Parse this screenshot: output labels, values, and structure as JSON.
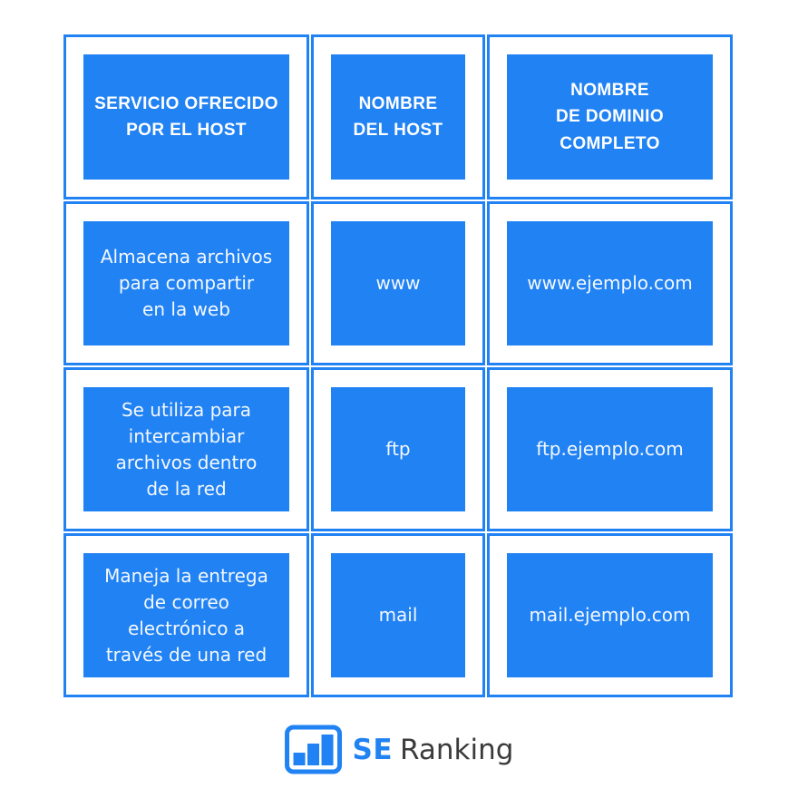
{
  "colors": {
    "accent": "#2182F3",
    "logo_text": "#3B3B3B",
    "cell_background": "#FFFFFF",
    "cell_text": "#FFFFFF"
  },
  "table": {
    "headers": [
      "SERVICIO OFRECIDO\nPOR EL HOST",
      "NOMBRE\nDEL HOST",
      "NOMBRE\nDE DOMINIO\nCOMPLETO"
    ],
    "rows": [
      {
        "service": "Almacena archivos\npara compartir\nen la web",
        "host": "www",
        "fqdn": "www.ejemplo.com"
      },
      {
        "service": "Se utiliza para\nintercambiar\narchivos dentro\nde la red",
        "host": "ftp",
        "fqdn": "ftp.ejemplo.com"
      },
      {
        "service": "Maneja la entrega\nde correo\nelectrónico a\ntravés de una red",
        "host": "mail",
        "fqdn": "mail.ejemplo.com"
      }
    ]
  },
  "logo": {
    "icon": "bar-chart-icon",
    "se": "SE",
    "ranking": "Ranking"
  }
}
